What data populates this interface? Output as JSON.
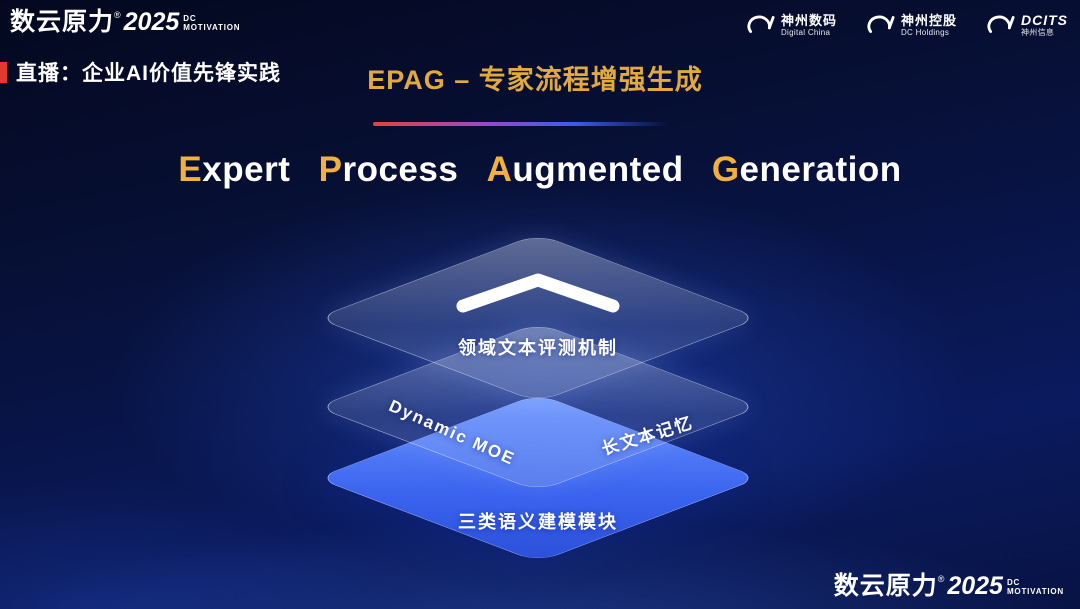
{
  "colors": {
    "accent_gold": "#e2a93c",
    "heading_initial_gold": "#f2b13d",
    "accent_red": "#e03a2f",
    "layer_blue_light": "#6d97ff",
    "layer_blue_dark": "#2b4fd8",
    "background_navy": "#071037"
  },
  "brand": {
    "name": "数云原力",
    "reg": "®",
    "year": "2025",
    "dc": "DC",
    "motivation": "MOTIVATION"
  },
  "header": {
    "live_label": "直播：企业AI价值先锋实践",
    "title": "EPAG – 专家流程增强生成"
  },
  "partner_logos": [
    {
      "name": "神州数码",
      "sub": "Digital China"
    },
    {
      "name": "神州控股",
      "sub": "DC Holdings"
    },
    {
      "name": "DCITS",
      "sub": "神州信息"
    }
  ],
  "heading": {
    "words": [
      {
        "initial": "E",
        "rest": "xpert"
      },
      {
        "initial": "P",
        "rest": "rocess"
      },
      {
        "initial": "A",
        "rest": "ugmented"
      },
      {
        "initial": "G",
        "rest": "eneration"
      }
    ]
  },
  "stack": {
    "layer1_label": "领域文本评测机制",
    "layer2_left_label": "Dynamic MOE",
    "layer2_right_label": "长文本记忆",
    "layer3_label": "三类语义建模模块"
  }
}
